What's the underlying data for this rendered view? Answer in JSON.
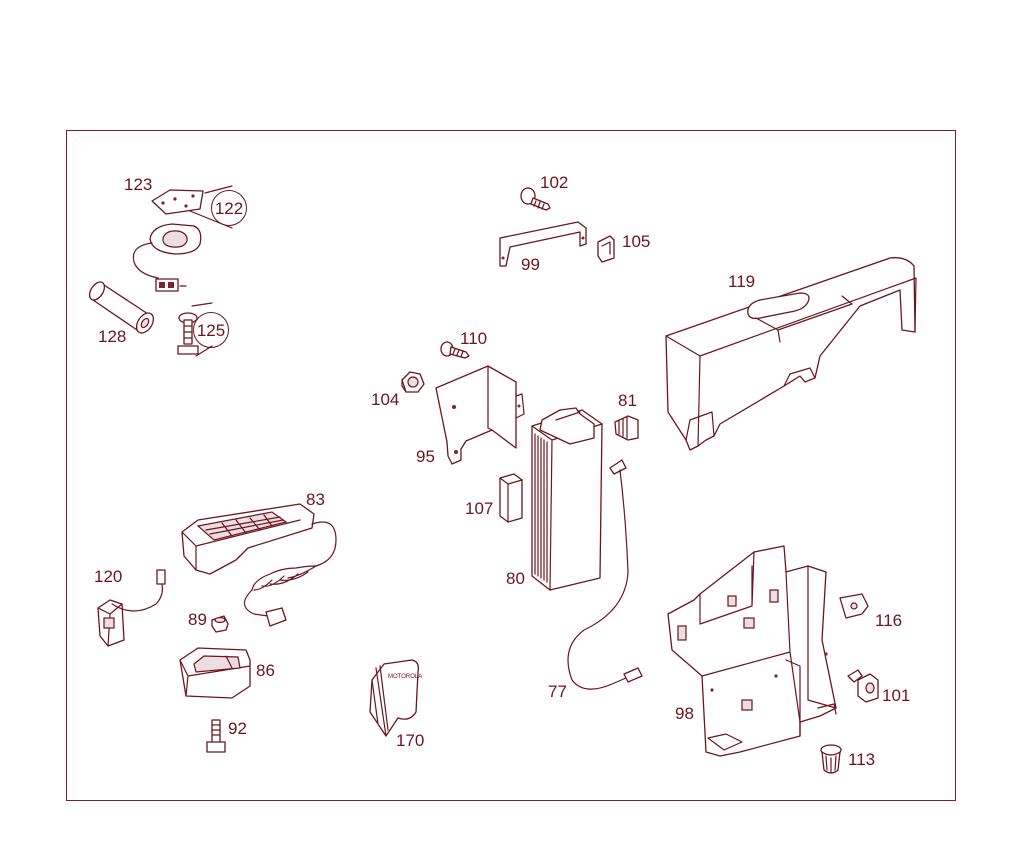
{
  "diagram": {
    "accent_color": "#6b1520",
    "frame_color": "#7a1f2b",
    "parts": [
      {
        "id": "p123",
        "label": "123"
      },
      {
        "id": "p122",
        "label": "122",
        "circled": true
      },
      {
        "id": "p128",
        "label": "128"
      },
      {
        "id": "p125",
        "label": "125",
        "circled": true
      },
      {
        "id": "p102",
        "label": "102"
      },
      {
        "id": "p99",
        "label": "99"
      },
      {
        "id": "p105",
        "label": "105"
      },
      {
        "id": "p119",
        "label": "119"
      },
      {
        "id": "p110",
        "label": "110"
      },
      {
        "id": "p104",
        "label": "104"
      },
      {
        "id": "p95",
        "label": "95"
      },
      {
        "id": "p81",
        "label": "81"
      },
      {
        "id": "p107",
        "label": "107"
      },
      {
        "id": "p80",
        "label": "80"
      },
      {
        "id": "p83",
        "label": "83"
      },
      {
        "id": "p120",
        "label": "120"
      },
      {
        "id": "p89",
        "label": "89"
      },
      {
        "id": "p86",
        "label": "86"
      },
      {
        "id": "p92",
        "label": "92"
      },
      {
        "id": "p170",
        "label": "170"
      },
      {
        "id": "p77",
        "label": "77"
      },
      {
        "id": "p116",
        "label": "116"
      },
      {
        "id": "p101",
        "label": "101"
      },
      {
        "id": "p98",
        "label": "98"
      },
      {
        "id": "p113",
        "label": "113"
      }
    ],
    "booklet_text": "MOTOROLA"
  }
}
